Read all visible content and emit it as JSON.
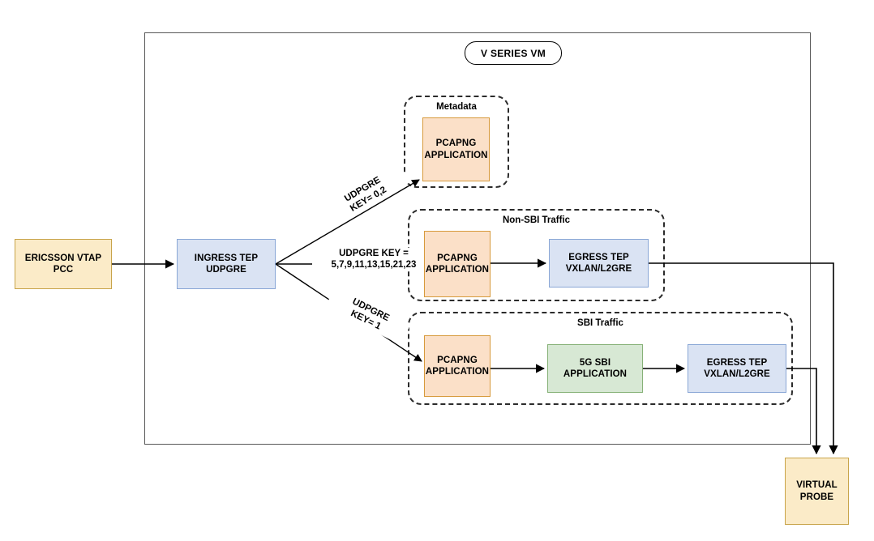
{
  "diagram": {
    "title": "V SERIES VM",
    "container_label": "V SERIES VM"
  },
  "nodes": {
    "source": {
      "label": "ERICSSON VTAP\nPCC",
      "color": "#FBEBC8"
    },
    "ingress": {
      "label": "INGRESS TEP\nUDPGRE",
      "color": "#DAE3F3"
    },
    "metadata_pcapng": {
      "label": "PCAPNG\nAPPLICATION",
      "color": "#FBE0C8"
    },
    "nonsbi_pcapng": {
      "label": "PCAPNG\nAPPLICATION",
      "color": "#FBE0C8"
    },
    "nonsbi_egress": {
      "label": "EGRESS TEP\nVXLAN/L2GRE",
      "color": "#DAE3F3"
    },
    "sbi_pcapng": {
      "label": "PCAPNG\nAPPLICATION",
      "color": "#FBE0C8"
    },
    "sbi_app": {
      "label": "5G SBI\nAPPLICATION",
      "color": "#D7E8D4"
    },
    "sbi_egress": {
      "label": "EGRESS TEP\nVXLAN/L2GRE",
      "color": "#DAE3F3"
    },
    "probe": {
      "label": "VIRTUAL\nPROBE",
      "color": "#FBEBC8"
    }
  },
  "zones": {
    "metadata": {
      "label": "Metadata"
    },
    "non_sbi": {
      "label": "Non-SBI Traffic"
    },
    "sbi": {
      "label": "SBI Traffic"
    }
  },
  "edge_labels": {
    "key_metadata": "UDPGRE\nKEY= 0,2",
    "key_nonsbi": "UDPGRE KEY =\n5,7,9,11,13,15,21,23",
    "key_sbi": "UDPGRE\nKEY= 1"
  }
}
